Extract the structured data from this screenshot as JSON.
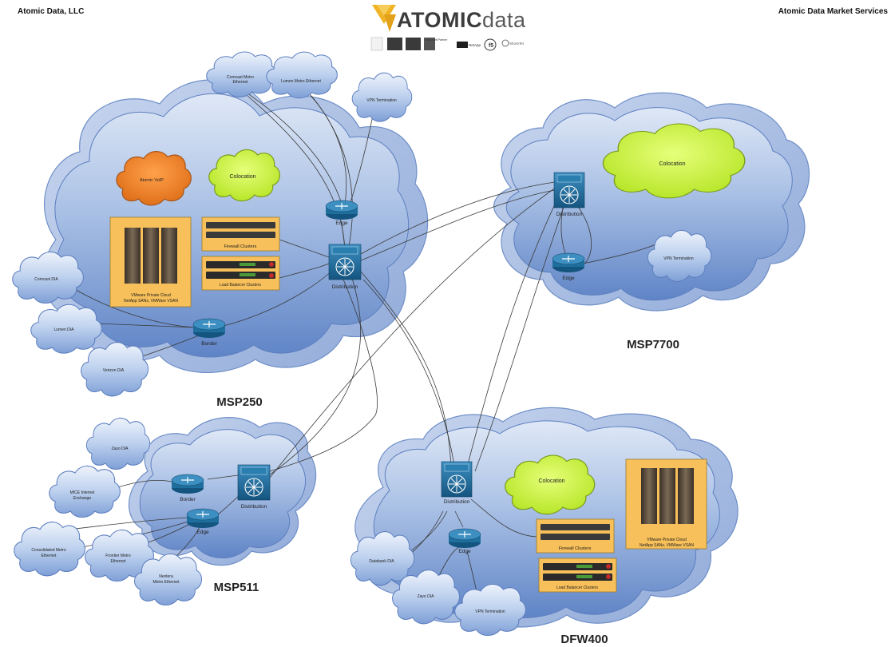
{
  "header": {
    "left": "Atomic Data, LLC",
    "right": "Atomic Data Market Services",
    "logo_bold": "ATOMIC",
    "logo_light": "data",
    "logo_color": "#f0b323"
  },
  "colors": {
    "site_cloud": "#aac0e4",
    "small_cloud": "#c2d4ee",
    "colocation": "#ccf04a",
    "voip": "#f4862a",
    "equipment_box": "#f8c05a",
    "device": "#1f6f9e"
  },
  "sites": {
    "msp250": {
      "label": "MSP250",
      "voip": "Atomic VoIP",
      "colocation": "Colocation",
      "vmware_line1": "VMware Private Cloud",
      "vmware_line2": "NetApp SANs, VMWare VSAN",
      "firewall": "Firewall Clusters",
      "loadbalancer": "Load Balancer Clusters",
      "edge": "Edge",
      "distribution": "Distribution",
      "border": "Border",
      "clouds": {
        "comcast_metro": [
          "Comcast Metro",
          "Ethernet"
        ],
        "lumen_metro": "Lumen Metro Ethernet",
        "vpn": "VPN Termination",
        "comcast_dia": "Comcast DIA",
        "lumen_dia": "Lumen DIA",
        "verizon_dia": "Verizon DIA"
      }
    },
    "msp7700": {
      "label": "MSP7700",
      "colocation": "Colocation",
      "distribution": "Distribution",
      "edge": "Edge",
      "vpn": "VPN Termination"
    },
    "msp511": {
      "label": "MSP511",
      "border": "Border",
      "edge": "Edge",
      "distribution": "Distribution",
      "clouds": {
        "zayo_dia": "Zayo DIA",
        "mice": [
          "MICE Internet",
          "Exchange"
        ],
        "consolidated": [
          "Consolidated Metro",
          "Ethernet"
        ],
        "frontier": [
          "Frontier Metro",
          "Ethernet"
        ],
        "nextera": [
          "Nextera",
          "Metro Ethernet"
        ]
      }
    },
    "dfw400": {
      "label": "DFW400",
      "distribution": "Distribution",
      "edge": "Edge",
      "colocation": "Colocation",
      "vmware_line1": "VMware Private Cloud",
      "vmware_line2": "NetApp SANs, VMWare VSAN",
      "firewall": "Firewall Clusters",
      "loadbalancer": "Load Balancer Clusters",
      "clouds": {
        "databank_dia": "Databank DIA",
        "zayo_dia": "Zayo DIA",
        "vpn": "VPN Termination"
      }
    }
  },
  "partners": {
    "microsoft": [
      "Microsoft Partner"
    ],
    "netapp": "NetApp",
    "f5": "f5",
    "shoretel": "ShoreTel"
  }
}
